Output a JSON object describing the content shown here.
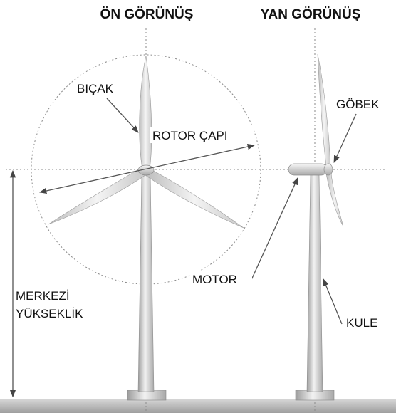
{
  "headings": {
    "front_view": "ÖN GÖRÜNÜŞ",
    "side_view": "YAN GÖRÜNÜŞ"
  },
  "labels": {
    "blade": "BIÇAK",
    "rotor_diameter": "ROTOR ÇAPI",
    "hub": "GÖBEK",
    "motor": "MOTOR",
    "tower": "KULE",
    "hub_height_line1": "MERKEZİ",
    "hub_height_line2": "YÜKSEKLİK"
  },
  "colors": {
    "turbine_light": "#e9e9e9",
    "turbine_dark": "#9a9a9a",
    "guide_lines": "#8a8a8a",
    "arrows": "#555555",
    "ground": "#a6a6a6"
  }
}
